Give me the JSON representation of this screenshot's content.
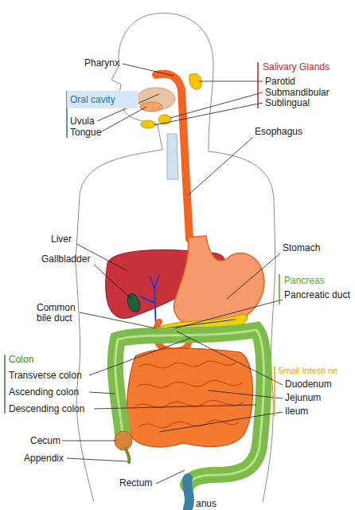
{
  "diagram": {
    "nodes": [
      {
        "text": [
          "Oral cavity"
        ]
      }
    ],
    "labels": [
      "Pharynx",
      "Salivary Glands",
      "Parotid",
      "Submandibular",
      "Sublingual",
      "Uvula",
      "Tongue",
      "Esophagus",
      "Liver",
      "Gallbladder",
      "Stomach",
      "Pancreas",
      "Pancreatic duct",
      "Common bile duct",
      "Colon",
      "Transverse colon",
      "Ascending colon",
      "Descending colon",
      "Small Intesti ne",
      "Duodenum",
      "Jejunum",
      "Ileum",
      "Cecum",
      "Appendix",
      "Rectum",
      "anus"
    ]
  }
}
